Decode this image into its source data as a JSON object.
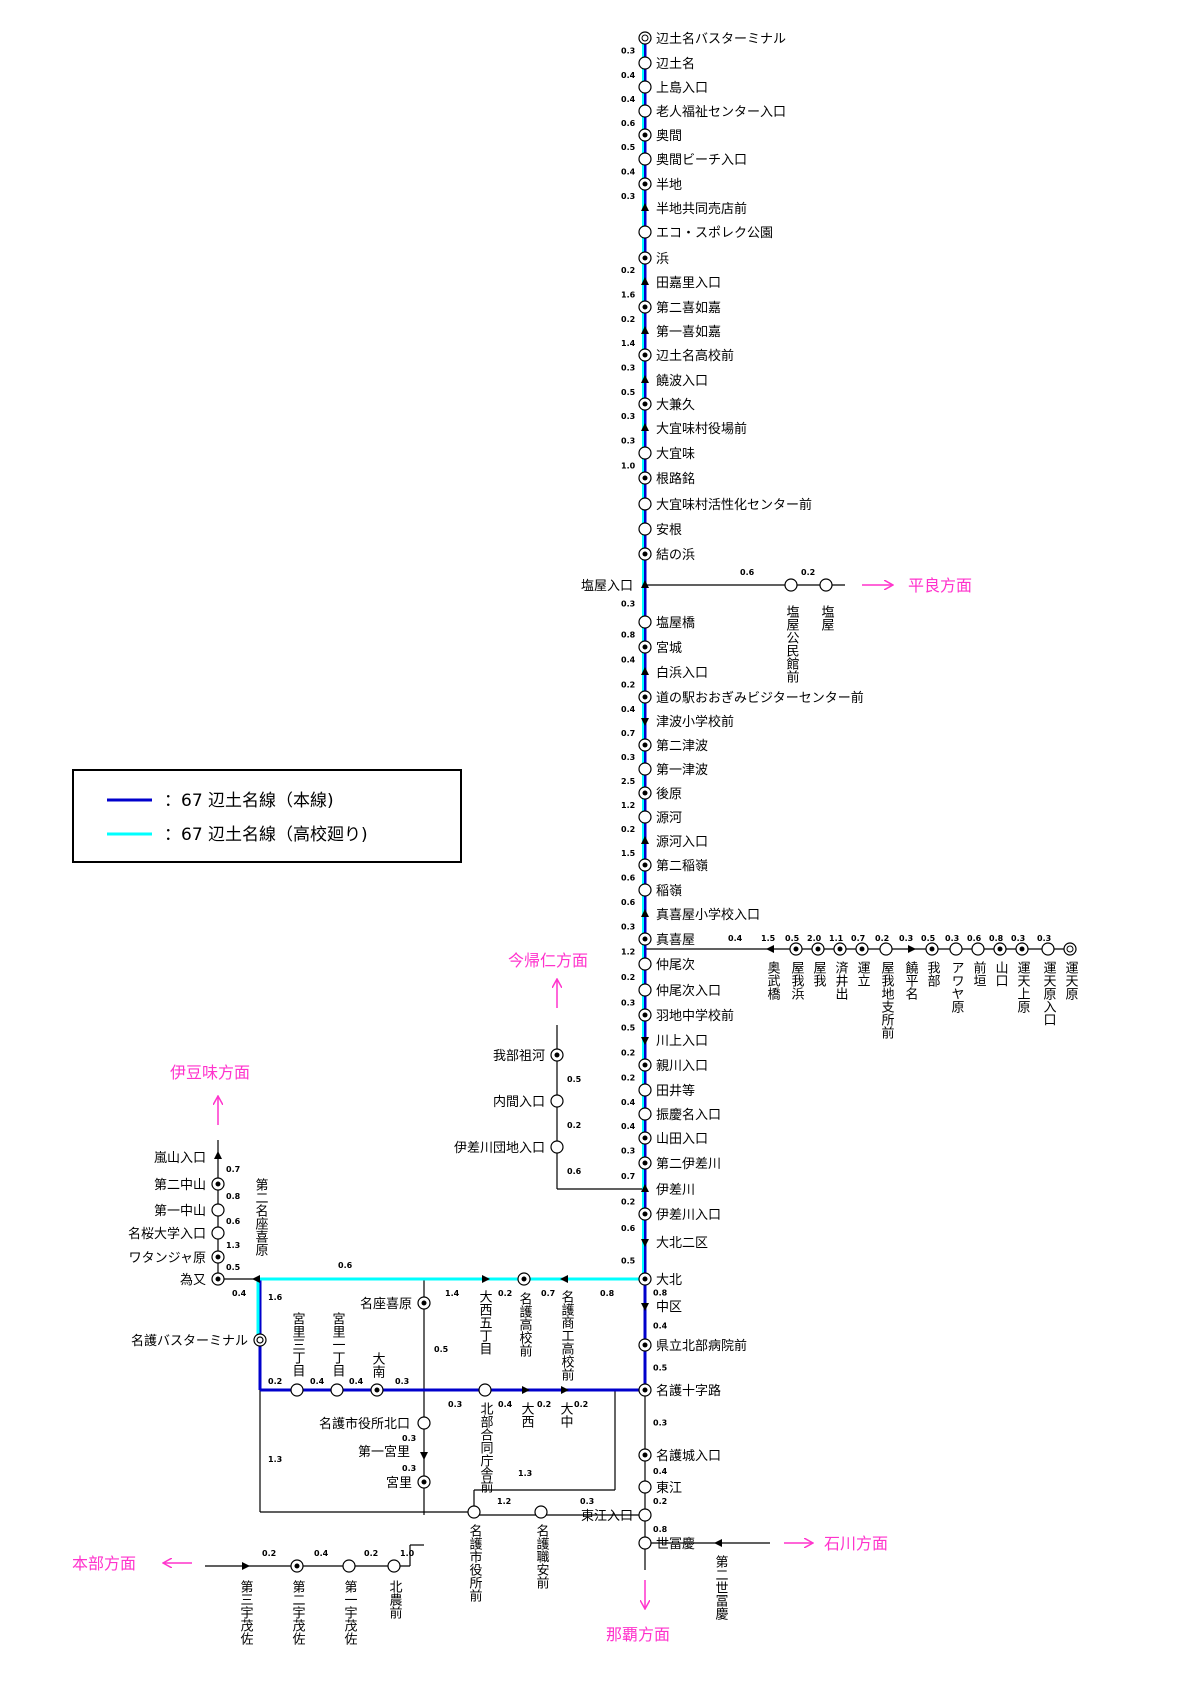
{
  "legend": {
    "items": [
      {
        "label": "：67 辺土名線（本線)",
        "color": "#0000cc"
      },
      {
        "label": "：67 辺土名線（高校廻り)",
        "color": "#00ffff"
      }
    ]
  },
  "colors": {
    "main_line": "#0000cc",
    "school_line": "#00ffff",
    "other_line": "#000000",
    "direction": "#ff33cc"
  },
  "directions": {
    "heianza": "平良方面",
    "nakijin": "今帰仁方面",
    "izumi": "伊豆味方面",
    "motobu": "本部方面",
    "ishikawa": "石川方面",
    "naha": "那覇方面"
  },
  "main_stops": [
    {
      "name": "辺土名バスターミナル",
      "dist_after": "0.3"
    },
    {
      "name": "辺土名",
      "dist_after": "0.4"
    },
    {
      "name": "上島入口",
      "dist_after": "0.4"
    },
    {
      "name": "老人福祉センター入口",
      "dist_after": "0.6"
    },
    {
      "name": "奥間",
      "dist_after": "0.5"
    },
    {
      "name": "奥間ビーチ入口",
      "dist_after": "0.4"
    },
    {
      "name": "半地",
      "dist_after": "0.3"
    },
    {
      "name": "半地共同売店前",
      "dist_after": ""
    },
    {
      "name": "エコ・スポレク公園",
      "dist_after": ""
    },
    {
      "name": "浜",
      "dist_after": "0.2"
    },
    {
      "name": "田嘉里入口",
      "dist_after": "1.6"
    },
    {
      "name": "第二喜如嘉",
      "dist_after": "0.2"
    },
    {
      "name": "第一喜如嘉",
      "dist_after": "1.4"
    },
    {
      "name": "辺土名高校前",
      "dist_after": "0.3"
    },
    {
      "name": "饒波入口",
      "dist_after": "0.5"
    },
    {
      "name": "大兼久",
      "dist_after": "0.3"
    },
    {
      "name": "大宜味村役場前",
      "dist_after": "0.3"
    },
    {
      "name": "大宜味",
      "dist_after": "1.0"
    },
    {
      "name": "根路銘",
      "dist_after": ""
    },
    {
      "name": "大宜味村活性化センター前",
      "dist_after": ""
    },
    {
      "name": "安根",
      "dist_after": ""
    },
    {
      "name": "結の浜",
      "dist_after": ""
    },
    {
      "name": "塩屋入口",
      "dist_after": "0.3"
    },
    {
      "name": "塩屋橋",
      "dist_after": "0.8"
    },
    {
      "name": "宮城",
      "dist_after": "0.4"
    },
    {
      "name": "白浜入口",
      "dist_after": "0.2"
    },
    {
      "name": "道の駅おおぎみビジターセンター前",
      "dist_after": "0.4"
    },
    {
      "name": "津波小学校前",
      "dist_after": "0.7"
    },
    {
      "name": "第二津波",
      "dist_after": "0.3"
    },
    {
      "name": "第一津波",
      "dist_after": "2.5"
    },
    {
      "name": "後原",
      "dist_after": "1.2"
    },
    {
      "name": "源河",
      "dist_after": "0.2"
    },
    {
      "name": "源河入口",
      "dist_after": "1.5"
    },
    {
      "name": "第二稲嶺",
      "dist_after": "0.6"
    },
    {
      "name": "稲嶺",
      "dist_after": "0.6"
    },
    {
      "name": "真喜屋小学校入口",
      "dist_after": "0.3"
    },
    {
      "name": "真喜屋",
      "dist_after": "1.2"
    },
    {
      "name": "仲尾次",
      "dist_after": "0.2"
    },
    {
      "name": "仲尾次入口",
      "dist_after": "0.3"
    },
    {
      "name": "羽地中学校前",
      "dist_after": "0.5"
    },
    {
      "name": "川上入口",
      "dist_after": "0.2"
    },
    {
      "name": "親川入口",
      "dist_after": "0.2"
    },
    {
      "name": "田井等",
      "dist_after": "0.4"
    },
    {
      "name": "振慶名入口",
      "dist_after": "0.4"
    },
    {
      "name": "山田入口",
      "dist_after": "0.3"
    },
    {
      "name": "第二伊差川",
      "dist_after": "0.7"
    },
    {
      "name": "伊差川",
      "dist_after": "0.2"
    },
    {
      "name": "伊差川入口",
      "dist_after": "0.6"
    },
    {
      "name": "大北二区",
      "dist_after": "0.5"
    },
    {
      "name": "大北",
      "dist_after": "0.8"
    },
    {
      "name": "中区",
      "dist_after": "0.4"
    },
    {
      "name": "県立北部病院前",
      "dist_after": "0.5"
    },
    {
      "name": "名護十字路",
      "dist_after": "0.3"
    },
    {
      "name": "名護城入口",
      "dist_after": "0.4"
    },
    {
      "name": "東江",
      "dist_after": "0.2"
    },
    {
      "name": "東江入口",
      "dist_after": "0.8"
    },
    {
      "name": "世冨慶",
      "dist_after": ""
    }
  ],
  "shioya_branch": {
    "stops": [
      "塩屋公民館前",
      "塩屋"
    ],
    "dists": [
      "0.6",
      "0.2"
    ]
  },
  "makiya_branch": {
    "stops": [
      "奥武橋",
      "屋我浜",
      "屋我",
      "済井出",
      "運立",
      "屋我地支所前",
      "饒平名",
      "我部",
      "アワヤ原",
      "前垣",
      "山口",
      "運天上原",
      "運天原入口",
      "運天原"
    ],
    "dists": [
      "0.4",
      "1.5",
      "0.5",
      "2.0",
      "1.1",
      "0.7",
      "0.2",
      "0.3",
      "0.5",
      "0.3",
      "0.6",
      "0.8",
      "0.3",
      "0.3"
    ]
  },
  "isagawa_branch": {
    "stops": [
      "我部祖河",
      "内間入口",
      "伊差川団地入口"
    ],
    "dists": [
      "0.5",
      "0.2",
      "0.6"
    ]
  },
  "west_branch": {
    "stops": [
      "嵐山入口",
      "第二中山",
      "第一中山",
      "名桜大学入口",
      "ワタンジャ原",
      "為又"
    ],
    "dists": [
      "0.7",
      "0.8",
      "0.6",
      "1.3",
      "0.5"
    ],
    "daini_nagokihara": "第二名座喜原"
  },
  "school_route": {
    "stops": [
      "大西五丁目",
      "名護高校前",
      "名護商工高校前"
    ],
    "dists": [
      "0.6",
      "1.4",
      "0.2",
      "0.7",
      "0.8"
    ],
    "tamata_dist": "0.4"
  },
  "nago_area": {
    "bus_terminal": "名護バスターミナル",
    "terminal_dist": "1.6",
    "nagokihara": "名座喜原",
    "nagokihara_dist": "0.5",
    "south_stops": [
      "宮里三丁目",
      "宮里一丁目",
      "大南"
    ],
    "south_dists": [
      "0.2",
      "0.4",
      "0.4",
      "0.3"
    ],
    "center_stops": [
      "北部合同庁舎前",
      "大西",
      "大中"
    ],
    "center_dists": [
      "0.3",
      "0.4",
      "0.2",
      "0.2"
    ],
    "shiyakusho_kita": "名護市役所北口",
    "daiichi_miyazato": "第一宮里",
    "miyazato": "宮里",
    "miyazato_dists": [
      "0.3",
      "0.3"
    ],
    "loop_dist_left": "1.3",
    "loop_dist_right": "1.3",
    "shiyakusho": "名護市役所前",
    "shokuan": "名護職安前",
    "bottom_dists": [
      "1.2",
      "0.3"
    ]
  },
  "motobu_branch": {
    "stops": [
      "第三宇茂佐",
      "第二宇茂佐",
      "第一宇茂佐",
      "北農前"
    ],
    "dists": [
      "0.2",
      "0.4",
      "0.2",
      "1.0"
    ]
  },
  "sefuke_branch": {
    "stop": "第二世冨慶"
  }
}
